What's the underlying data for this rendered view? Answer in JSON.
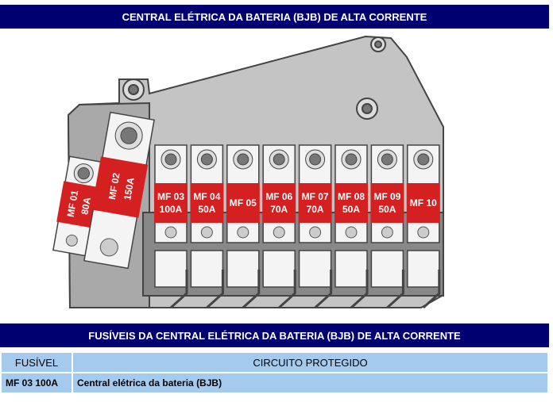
{
  "diagram_title": "CENTRAL ELÉTRICA DA BATERIA (BJB) DE ALTA CORRENTE",
  "table_title": "FUSÍVEIS DA CENTRAL ELÉTRICA DA BATERIA (BJB) DE ALTA CORRENTE",
  "fuses_angled": [
    {
      "id": "MF 01",
      "rating": "80A"
    },
    {
      "id": "MF 02",
      "rating": "150A"
    }
  ],
  "fuses": [
    {
      "id": "MF 03",
      "rating": "100A"
    },
    {
      "id": "MF 04",
      "rating": "50A"
    },
    {
      "id": "MF 05",
      "rating": ""
    },
    {
      "id": "MF 06",
      "rating": "70A"
    },
    {
      "id": "MF 07",
      "rating": "70A"
    },
    {
      "id": "MF 08",
      "rating": "50A"
    },
    {
      "id": "MF 09",
      "rating": "50A"
    },
    {
      "id": "MF 10",
      "rating": ""
    }
  ],
  "table": {
    "headers": [
      "FUSÍVEL",
      "CIRCUITO PROTEGIDO"
    ],
    "rows": [
      [
        "MF 03 100A",
        "Central elétrica da bateria (BJB)"
      ]
    ]
  },
  "colors": {
    "banner": "#000070",
    "fuse": "#d42020",
    "table": "#a4cbee"
  }
}
